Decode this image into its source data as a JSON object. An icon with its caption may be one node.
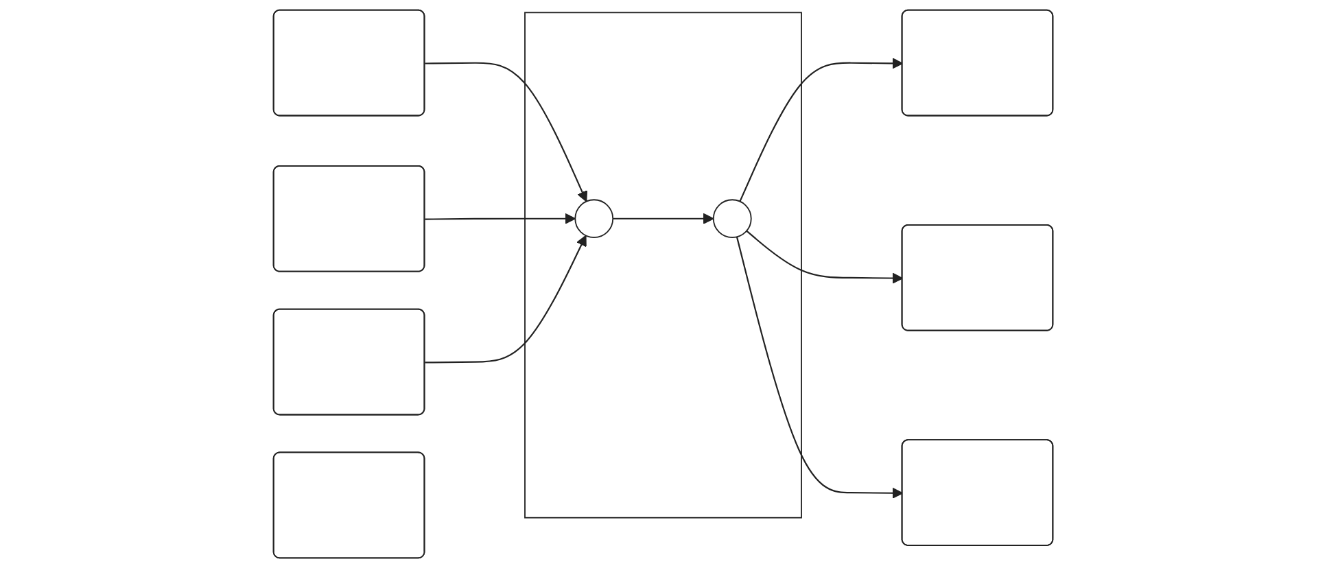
{
  "diagram": {
    "nodes": [
      {
        "text": [],
        "shape": "box"
      },
      {
        "text": [],
        "shape": "box"
      },
      {
        "text": [],
        "shape": "box"
      },
      {
        "text": [],
        "shape": "box"
      },
      {
        "text": [],
        "shape": "circle",
        "in": 0
      },
      {
        "text": [],
        "shape": "circle",
        "in": 0
      },
      {
        "text": [],
        "shape": "box"
      },
      {
        "text": [],
        "shape": "box"
      },
      {
        "text": [],
        "shape": "box"
      },
      {
        "text": [],
        "shape": "box"
      }
    ],
    "edges": [
      {
        "from": 1,
        "to": 4,
        "arrow": "to"
      },
      {
        "from": 2,
        "to": 4,
        "arrow": "to"
      },
      {
        "from": 3,
        "to": 4,
        "arrow": "to"
      },
      {
        "from": 4,
        "to": 5,
        "arrow": "to"
      },
      {
        "from": 5,
        "to": 6,
        "arrow": "to"
      },
      {
        "from": 5,
        "to": 7,
        "arrow": "to"
      },
      {
        "from": 5,
        "to": 8,
        "arrow": "to"
      }
    ]
  }
}
